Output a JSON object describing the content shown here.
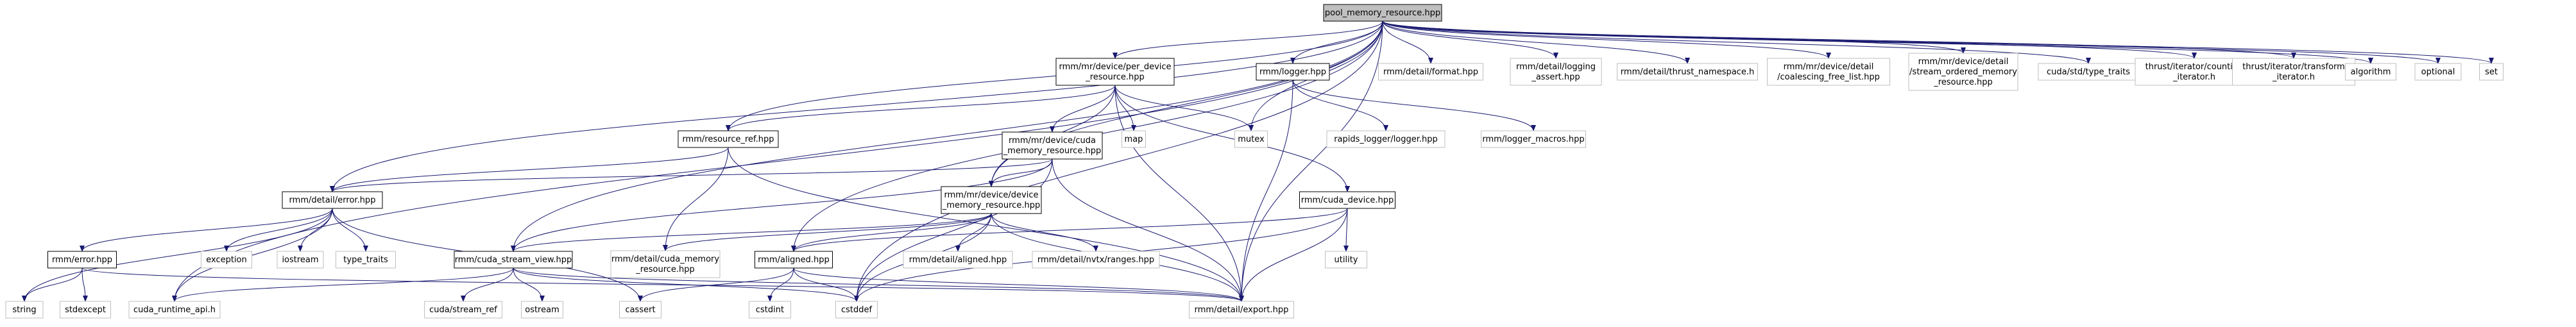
{
  "page": {
    "title": "pool_memory_resource.hpp include dependency graph"
  },
  "colors": {
    "root_fill": "#bfbfbf",
    "node_fill": "#ffffff",
    "documented_border": "#000000",
    "external_border": "#bfbfbf",
    "edge": "#191970",
    "text": "#000000"
  },
  "nodes": [
    {
      "id": "root",
      "lines": [
        "pool_memory_resource.hpp"
      ],
      "kind": "root"
    },
    {
      "id": "per_device",
      "lines": [
        "rmm/mr/device/per_device",
        "_resource.hpp"
      ],
      "kind": "documented"
    },
    {
      "id": "logger",
      "lines": [
        "rmm/logger.hpp"
      ],
      "kind": "documented"
    },
    {
      "id": "detail_format",
      "lines": [
        "rmm/detail/format.hpp"
      ],
      "kind": "external"
    },
    {
      "id": "detail_logging_assert",
      "lines": [
        "rmm/detail/logging",
        "_assert.hpp"
      ],
      "kind": "external"
    },
    {
      "id": "thrust_namespace",
      "lines": [
        "rmm/detail/thrust_namespace.h"
      ],
      "kind": "external"
    },
    {
      "id": "coalescing",
      "lines": [
        "rmm/mr/device/detail",
        "/coalescing_free_list.hpp"
      ],
      "kind": "external"
    },
    {
      "id": "stream_ordered",
      "lines": [
        "rmm/mr/device/detail",
        "/stream_ordered_memory",
        "_resource.hpp"
      ],
      "kind": "external"
    },
    {
      "id": "type_traits_cuda",
      "lines": [
        "cuda/std/type_traits"
      ],
      "kind": "external"
    },
    {
      "id": "counting_iter",
      "lines": [
        "thrust/iterator/counting",
        "_iterator.h"
      ],
      "kind": "external"
    },
    {
      "id": "transform_iter",
      "lines": [
        "thrust/iterator/transform",
        "_iterator.h"
      ],
      "kind": "external"
    },
    {
      "id": "algorithm",
      "lines": [
        "algorithm"
      ],
      "kind": "external"
    },
    {
      "id": "optional",
      "lines": [
        "optional"
      ],
      "kind": "external"
    },
    {
      "id": "set",
      "lines": [
        "set"
      ],
      "kind": "external"
    },
    {
      "id": "resource_ref",
      "lines": [
        "rmm/resource_ref.hpp"
      ],
      "kind": "documented"
    },
    {
      "id": "map",
      "lines": [
        "map"
      ],
      "kind": "external"
    },
    {
      "id": "mutex",
      "lines": [
        "mutex"
      ],
      "kind": "external"
    },
    {
      "id": "rapids_logger",
      "lines": [
        "rapids_logger/logger.hpp"
      ],
      "kind": "external"
    },
    {
      "id": "logger_macros",
      "lines": [
        "rmm/logger_macros.hpp"
      ],
      "kind": "external"
    },
    {
      "id": "cuda_mem_res",
      "lines": [
        "rmm/mr/device/cuda",
        "_memory_resource.hpp"
      ],
      "kind": "documented"
    },
    {
      "id": "detail_error",
      "lines": [
        "rmm/detail/error.hpp"
      ],
      "kind": "documented"
    },
    {
      "id": "device_mem_res",
      "lines": [
        "rmm/mr/device/device",
        "_memory_resource.hpp"
      ],
      "kind": "documented"
    },
    {
      "id": "cuda_device",
      "lines": [
        "rmm/cuda_device.hpp"
      ],
      "kind": "documented"
    },
    {
      "id": "error",
      "lines": [
        "rmm/error.hpp"
      ],
      "kind": "documented"
    },
    {
      "id": "exception",
      "lines": [
        "exception"
      ],
      "kind": "external"
    },
    {
      "id": "iostream",
      "lines": [
        "iostream"
      ],
      "kind": "external"
    },
    {
      "id": "type_traits",
      "lines": [
        "type_traits"
      ],
      "kind": "external"
    },
    {
      "id": "cuda_stream_view",
      "lines": [
        "rmm/cuda_stream_view.hpp"
      ],
      "kind": "documented"
    },
    {
      "id": "detail_cuda_mem_res",
      "lines": [
        "rmm/detail/cuda_memory",
        "_resource.hpp"
      ],
      "kind": "external"
    },
    {
      "id": "aligned",
      "lines": [
        "rmm/aligned.hpp"
      ],
      "kind": "documented"
    },
    {
      "id": "detail_aligned",
      "lines": [
        "rmm/detail/aligned.hpp"
      ],
      "kind": "external"
    },
    {
      "id": "nvtx_ranges",
      "lines": [
        "rmm/detail/nvtx/ranges.hpp"
      ],
      "kind": "external"
    },
    {
      "id": "utility",
      "lines": [
        "utility"
      ],
      "kind": "external"
    },
    {
      "id": "string",
      "lines": [
        "string"
      ],
      "kind": "external"
    },
    {
      "id": "stdexcept",
      "lines": [
        "stdexcept"
      ],
      "kind": "external"
    },
    {
      "id": "cuda_runtime_api",
      "lines": [
        "cuda_runtime_api.h"
      ],
      "kind": "external"
    },
    {
      "id": "cuda_stream_ref",
      "lines": [
        "cuda/stream_ref"
      ],
      "kind": "external"
    },
    {
      "id": "ostream",
      "lines": [
        "ostream"
      ],
      "kind": "external"
    },
    {
      "id": "cassert",
      "lines": [
        "cassert"
      ],
      "kind": "external"
    },
    {
      "id": "cstdint",
      "lines": [
        "cstdint"
      ],
      "kind": "external"
    },
    {
      "id": "cstddef",
      "lines": [
        "cstddef"
      ],
      "kind": "external"
    },
    {
      "id": "detail_export",
      "lines": [
        "rmm/detail/export.hpp"
      ],
      "kind": "external"
    }
  ],
  "edges": [
    [
      "root",
      "per_device"
    ],
    [
      "root",
      "logger"
    ],
    [
      "root",
      "detail_format"
    ],
    [
      "root",
      "detail_logging_assert"
    ],
    [
      "root",
      "thrust_namespace"
    ],
    [
      "root",
      "coalescing"
    ],
    [
      "root",
      "stream_ordered"
    ],
    [
      "root",
      "type_traits_cuda"
    ],
    [
      "root",
      "counting_iter"
    ],
    [
      "root",
      "transform_iter"
    ],
    [
      "root",
      "algorithm"
    ],
    [
      "root",
      "optional"
    ],
    [
      "root",
      "set"
    ],
    [
      "root",
      "resource_ref"
    ],
    [
      "root",
      "detail_error"
    ],
    [
      "root",
      "device_mem_res"
    ],
    [
      "root",
      "cuda_stream_view"
    ],
    [
      "root",
      "aligned"
    ],
    [
      "root",
      "cuda_runtime_api"
    ],
    [
      "root",
      "cstddef"
    ],
    [
      "root",
      "mutex"
    ],
    [
      "root",
      "detail_export"
    ],
    [
      "per_device",
      "resource_ref"
    ],
    [
      "per_device",
      "cuda_mem_res"
    ],
    [
      "per_device",
      "device_mem_res"
    ],
    [
      "per_device",
      "map"
    ],
    [
      "per_device",
      "mutex"
    ],
    [
      "per_device",
      "cuda_device"
    ],
    [
      "per_device",
      "detail_export"
    ],
    [
      "logger",
      "rapids_logger"
    ],
    [
      "logger",
      "logger_macros"
    ],
    [
      "logger",
      "detail_export"
    ],
    [
      "resource_ref",
      "detail_error"
    ],
    [
      "resource_ref",
      "detail_cuda_mem_res"
    ],
    [
      "resource_ref",
      "detail_export"
    ],
    [
      "cuda_mem_res",
      "device_mem_res"
    ],
    [
      "cuda_mem_res",
      "detail_error"
    ],
    [
      "cuda_mem_res",
      "cuda_stream_view"
    ],
    [
      "cuda_mem_res",
      "cstddef"
    ],
    [
      "cuda_mem_res",
      "detail_export"
    ],
    [
      "detail_error",
      "error"
    ],
    [
      "detail_error",
      "exception"
    ],
    [
      "detail_error",
      "iostream"
    ],
    [
      "detail_error",
      "type_traits"
    ],
    [
      "detail_error",
      "string"
    ],
    [
      "detail_error",
      "cuda_runtime_api"
    ],
    [
      "detail_error",
      "cassert"
    ],
    [
      "device_mem_res",
      "cuda_stream_view"
    ],
    [
      "device_mem_res",
      "aligned"
    ],
    [
      "device_mem_res",
      "detail_aligned"
    ],
    [
      "device_mem_res",
      "nvtx_ranges"
    ],
    [
      "device_mem_res",
      "detail_cuda_mem_res"
    ],
    [
      "device_mem_res",
      "cstddef"
    ],
    [
      "device_mem_res",
      "detail_export"
    ],
    [
      "cuda_device",
      "aligned"
    ],
    [
      "cuda_device",
      "utility"
    ],
    [
      "cuda_device",
      "cstddef"
    ],
    [
      "cuda_device",
      "detail_export"
    ],
    [
      "error",
      "string"
    ],
    [
      "error",
      "stdexcept"
    ],
    [
      "error",
      "detail_export"
    ],
    [
      "cuda_stream_view",
      "cuda_stream_ref"
    ],
    [
      "cuda_stream_view",
      "ostream"
    ],
    [
      "cuda_stream_view",
      "cuda_runtime_api"
    ],
    [
      "cuda_stream_view",
      "cstddef"
    ],
    [
      "cuda_stream_view",
      "detail_export"
    ],
    [
      "aligned",
      "cassert"
    ],
    [
      "aligned",
      "cstdint"
    ],
    [
      "aligned",
      "cstddef"
    ],
    [
      "aligned",
      "detail_export"
    ]
  ]
}
